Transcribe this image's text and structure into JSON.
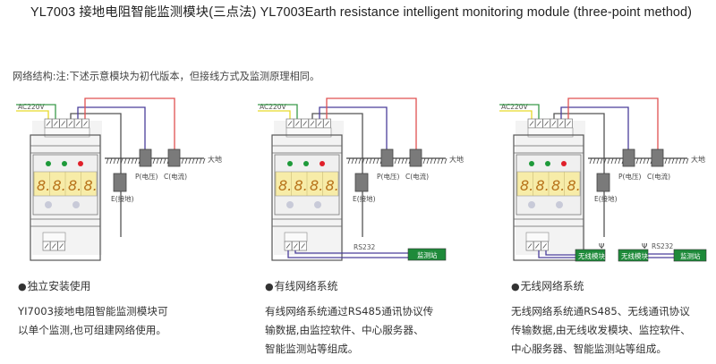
{
  "title": "YL7003 接地电阻智能监测模块(三点法) YL7003Earth resistance intelligent monitoring module (three-point method)",
  "subtitle": "网络结构:注:下述示意模块为初代版本，但接线方式及监测原理相同。",
  "colors": {
    "wire_green": "#3a9a4a",
    "wire_yellow": "#e8d92a",
    "wire_gray": "#555555",
    "wire_blue": "#4a3e9a",
    "wire_red": "#e05050",
    "display_bg": "#f7eca8",
    "digit": "#b8741c",
    "led_green": "#1e9a3a",
    "led_red": "#e0202a",
    "station_green": "#1e8a3a"
  },
  "diagram_labels": {
    "power": "AC220V",
    "ground": "大地",
    "electrode_e": "E(接地)",
    "electrode_p": "P(电压)",
    "electrode_c": "C(电流)",
    "display_digits": [
      "8.",
      "8.",
      "8.",
      "8."
    ],
    "rs232": "RS232",
    "station": "监测站",
    "wireless_module": "无线模块"
  },
  "sections": [
    {
      "heading": "独立安装使用",
      "lines": [
        "YI7003接地电阻智能监测模块可",
        "以单个监测,也可组建网络使用。"
      ]
    },
    {
      "heading": "有线网络系统",
      "lines": [
        "有线网络系统通过RS485通讯协议传",
        "输数据,由监控软件、中心服务器、",
        "智能监测站等组成。"
      ]
    },
    {
      "heading": "无线网络系统",
      "lines": [
        "无线网络系统通RS485、无线通讯协议",
        "传输数据,由无线收发模块、监控软件、",
        "中心服务器、智能监测站等组成。"
      ]
    }
  ],
  "bullet": "●"
}
